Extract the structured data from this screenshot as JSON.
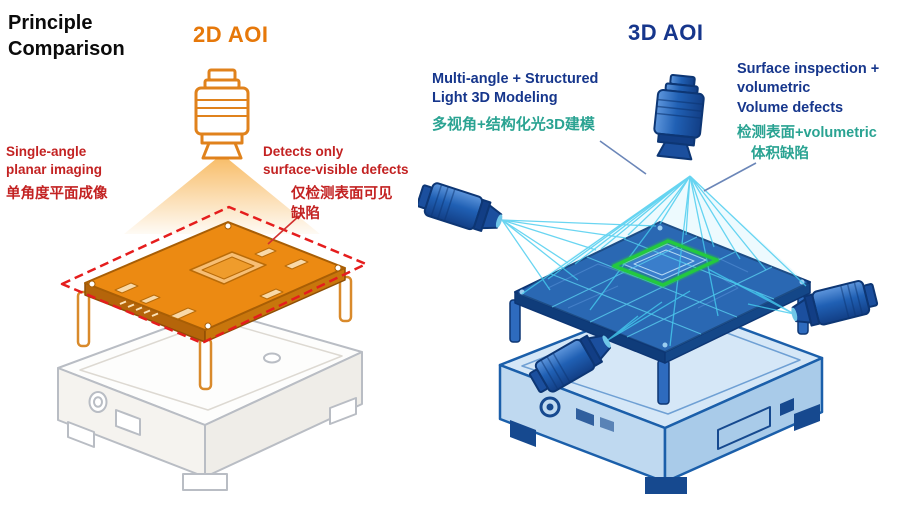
{
  "title": {
    "line1": "Principle",
    "line2": "Comparison"
  },
  "left": {
    "heading": "2D AOI",
    "single_angle_label": {
      "en_line1": "Single-angle",
      "en_line2": "planar imaging",
      "zh_line1": "单角度平面成像"
    },
    "detects_label": {
      "en_line1": "Detects only",
      "en_line2": "surface-visible defects",
      "zh_line1": "仅检测表面可见",
      "zh_line2": "缺陷"
    }
  },
  "right": {
    "heading": "3D AOI",
    "modeling_label": {
      "en_line1": "Multi-angle + Structured",
      "en_line2": "Light 3D Modeling",
      "zh_line1": "多视角+结构化光3D建模"
    },
    "surface_label": {
      "en_line1": "Surface inspection +",
      "en_line2": "volumetric",
      "en_line3": "Volume defects",
      "zh_line1": "检测表面+volumetric",
      "zh_line2": "体积缺陷"
    }
  },
  "colors": {
    "orange": "#E6780A",
    "red": "#C32222",
    "dark_blue": "#16368C",
    "teal": "#2AA392",
    "cyan": "#45CBEE",
    "green": "#23C840"
  }
}
